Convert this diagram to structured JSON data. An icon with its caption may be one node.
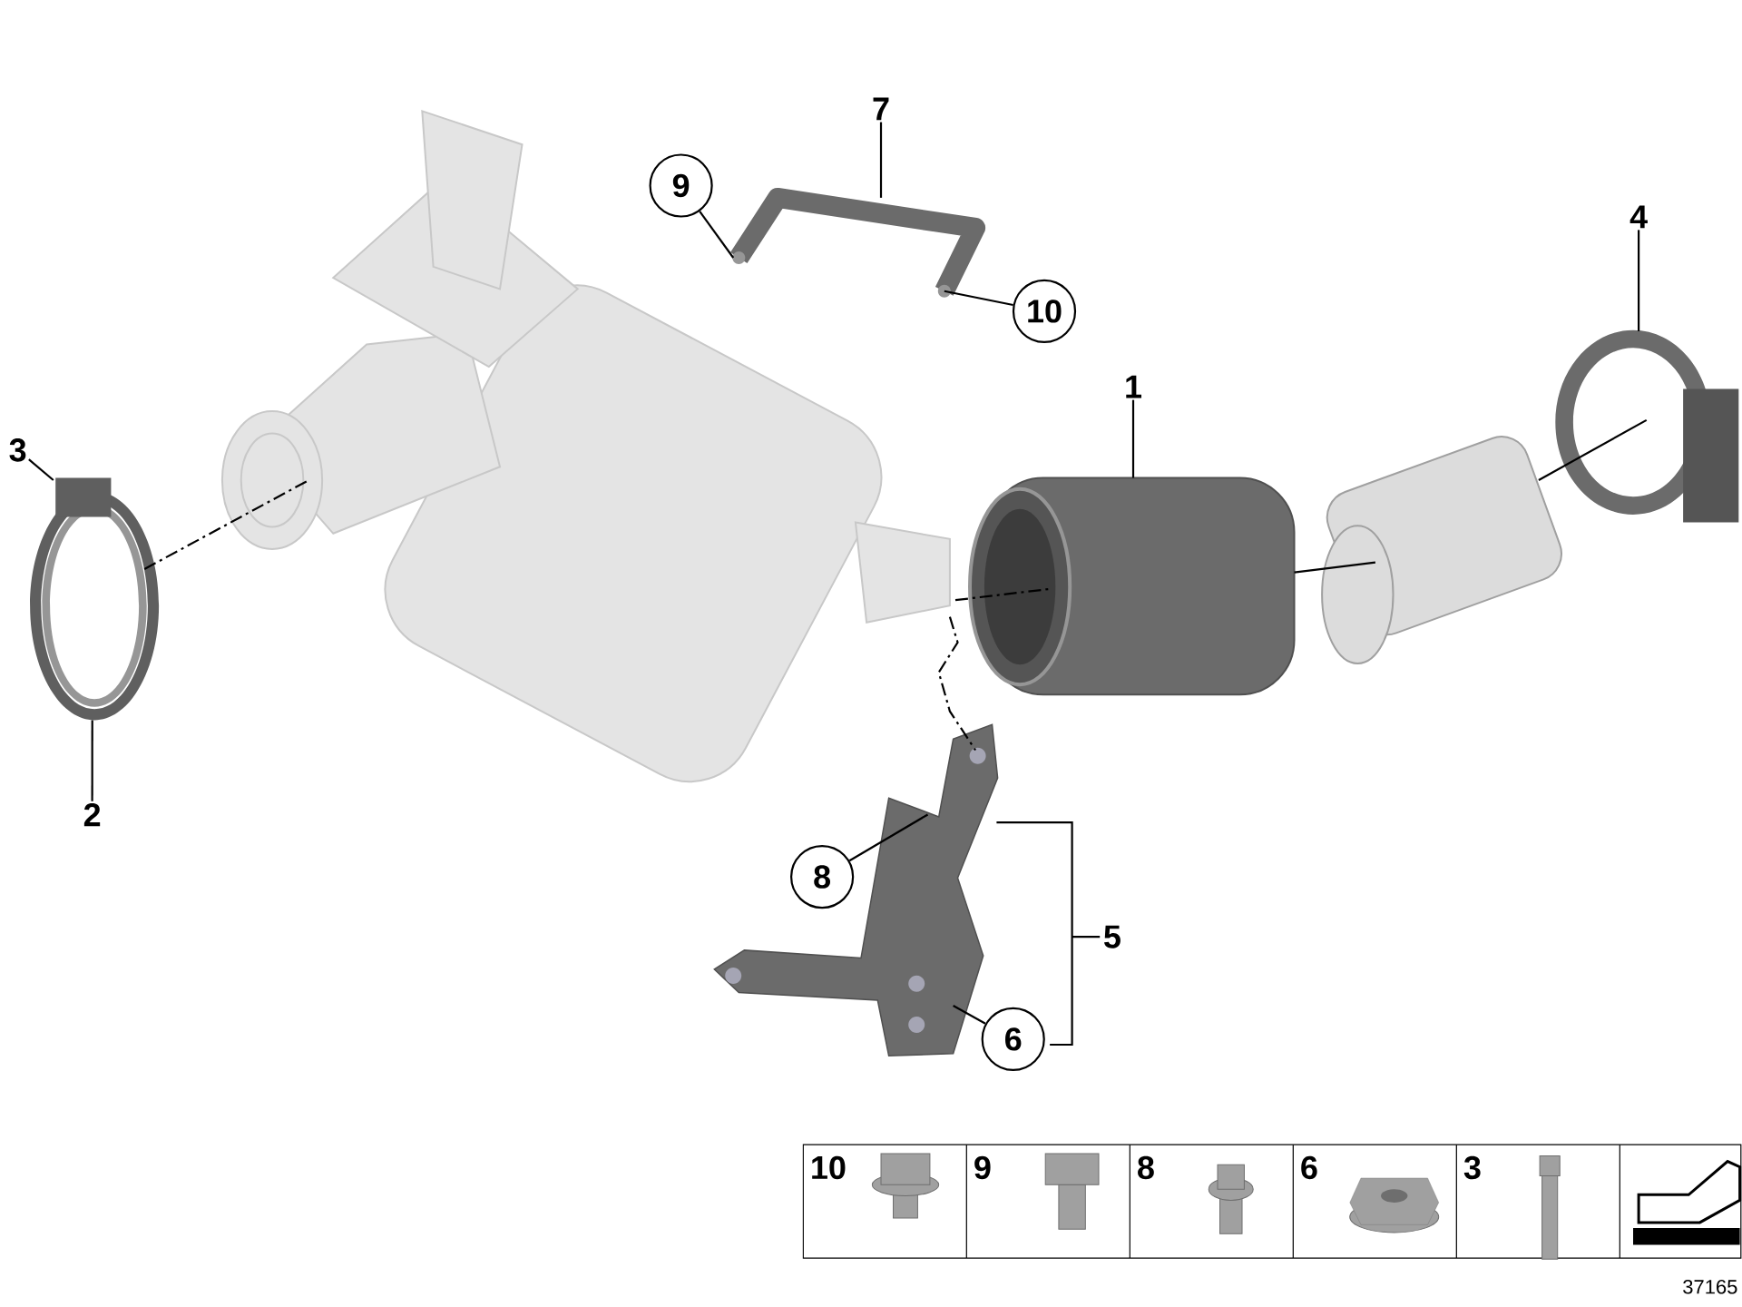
{
  "diagram": {
    "nodes": [
      {
        "text": [
          "3"
        ]
      },
      {
        "text": [],
        "shape": "picture"
      },
      {
        "text": [
          "2"
        ]
      },
      {
        "text": [],
        "shape": "picture"
      },
      {
        "text": [
          "9"
        ]
      },
      {
        "text": [
          "7"
        ]
      },
      {
        "text": [],
        "shape": "picture"
      },
      {
        "text": [
          "10"
        ]
      },
      {
        "text": [
          "1"
        ]
      },
      {
        "text": [],
        "shape": "picture"
      },
      {
        "text": [],
        "shape": "picture"
      },
      {
        "text": [
          "4"
        ]
      },
      {
        "text": [],
        "shape": "picture"
      },
      {
        "text": [],
        "shape": "picture"
      },
      {
        "text": [
          "8"
        ]
      },
      {
        "text": [
          "6"
        ]
      }
    ],
    "edges": [
      {
        "from": 0,
        "to": 1,
        "arrow": "none"
      },
      {
        "from": 2,
        "to": 1,
        "arrow": "none"
      },
      {
        "from": 1,
        "to": 3,
        "arrow": "none",
        "style": "dashed"
      },
      {
        "from": 4,
        "to": 6,
        "arrow": "none"
      },
      {
        "from": 5,
        "to": 6,
        "arrow": "none"
      },
      {
        "from": 7,
        "to": 6,
        "arrow": "none"
      },
      {
        "from": 8,
        "to": 9,
        "arrow": "none"
      },
      {
        "from": 9,
        "to": 10,
        "arrow": "none"
      },
      {
        "from": 12,
        "to": 10,
        "arrow": "none"
      },
      {
        "from": 3,
        "to": 9,
        "arrow": "none",
        "style": "dashed"
      },
      {
        "from": 3,
        "to": 13,
        "arrow": "none",
        "style": "dashed"
      },
      {
        "from": 14,
        "to": 13,
        "arrow": "none"
      },
      {
        "from": 15,
        "to": 13,
        "arrow": "none"
      },
      {
        "from": 11,
        "to": 12,
        "arrow": "none"
      }
    ],
    "labels": [
      "5",
      "10",
      "9",
      "8",
      "6",
      "3",
      "37165"
    ]
  }
}
